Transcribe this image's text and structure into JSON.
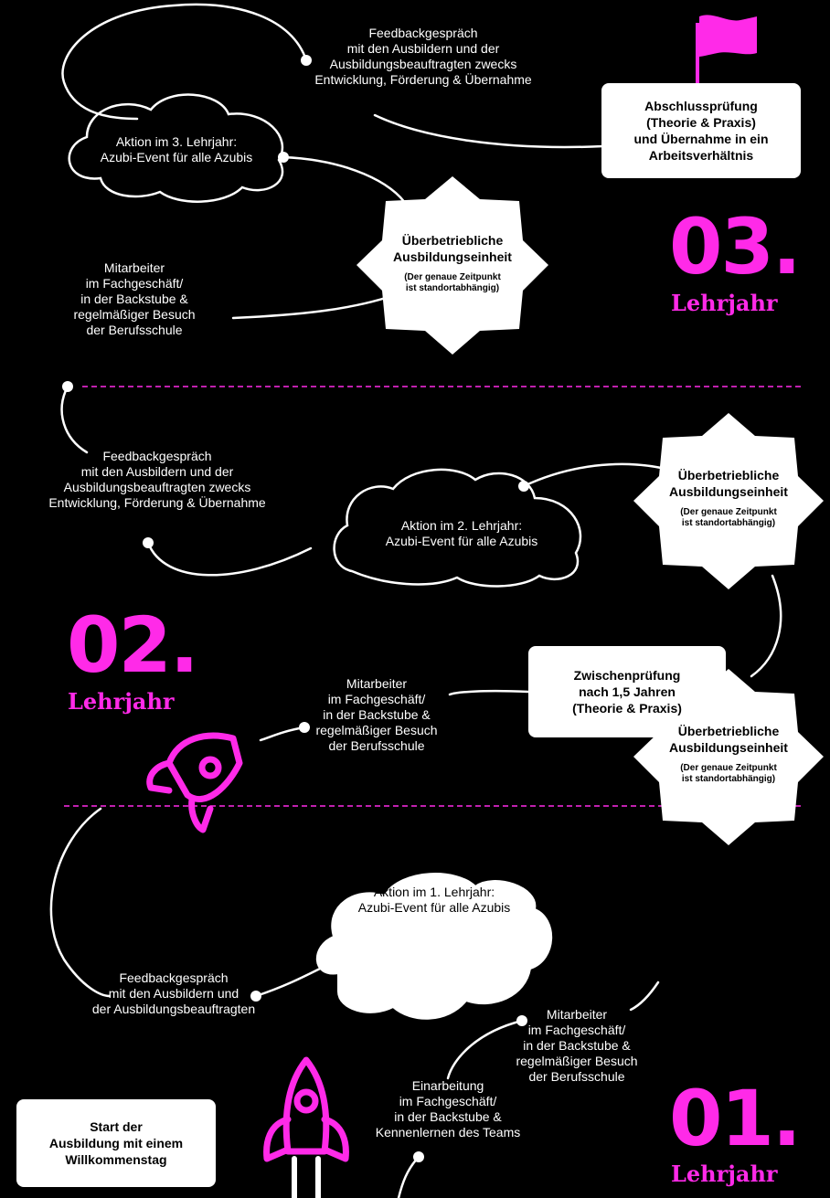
{
  "year3": {
    "number": "03.",
    "label": "Lehrjahr",
    "feedback": "Feedbackgespräch\nmit den Ausbildern und der\nAusbildungsbeauftragten zwecks\nEntwicklung, Förderung & Übernahme",
    "final_exam": "Abschlussprüfung\n(Theorie & Praxis)\nund Übernahme in ein\nArbeitsverhältnis",
    "event": "Aktion im 3. Lehrjahr:\nAzubi-Event für alle Azubis",
    "training_unit_title": "Überbetriebliche\nAusbildungseinheit",
    "training_unit_note": "(Der genaue Zeitpunkt\nist standortabhängig)",
    "employee": "Mitarbeiter\nim Fachgeschäft/\nin der Backstube &\nregelmäßiger Besuch\nder Berufsschule"
  },
  "year2": {
    "number": "02.",
    "label": "Lehrjahr",
    "feedback": "Feedbackgespräch\nmit den Ausbildern und der\nAusbildungsbeauftragten zwecks\nEntwicklung, Förderung & Übernahme",
    "event": "Aktion im 2. Lehrjahr:\nAzubi-Event für alle Azubis",
    "training_unit_title": "Überbetriebliche\nAusbildungseinheit",
    "training_unit_note": "(Der genaue Zeitpunkt\nist standortabhängig)",
    "mid_exam": "Zwischenprüfung\nnach 1,5 Jahren\n(Theorie & Praxis)",
    "employee": "Mitarbeiter\nim Fachgeschäft/\nin der Backstube &\nregelmäßiger Besuch\nder Berufsschule"
  },
  "year1": {
    "number": "01.",
    "label": "Lehrjahr",
    "event": "Aktion im 1. Lehrjahr:\nAzubi-Event für alle Azubis",
    "training_unit_title": "Überbetriebliche\nAusbildungseinheit",
    "training_unit_note": "(Der genaue Zeitpunkt\nist standortabhängig)",
    "feedback": "Feedbackgespräch\nmit den Ausbildern und\nder Ausbildungsbeauftragten",
    "employee": "Mitarbeiter\nim Fachgeschäft/\nin der Backstube &\nregelmäßiger Besuch\nder Berufsschule",
    "onboarding": "Einarbeitung\nim Fachgeschäft/\nin der Backstube &\nKennenlernen des Teams",
    "start": "Start der\nAusbildung mit einem\nWillkommenstag"
  },
  "colors": {
    "accent": "#ff2ae8",
    "background": "#000000",
    "line": "#ffffff"
  },
  "icons": [
    "flag-icon",
    "rocket-icon",
    "rocket-icon"
  ]
}
